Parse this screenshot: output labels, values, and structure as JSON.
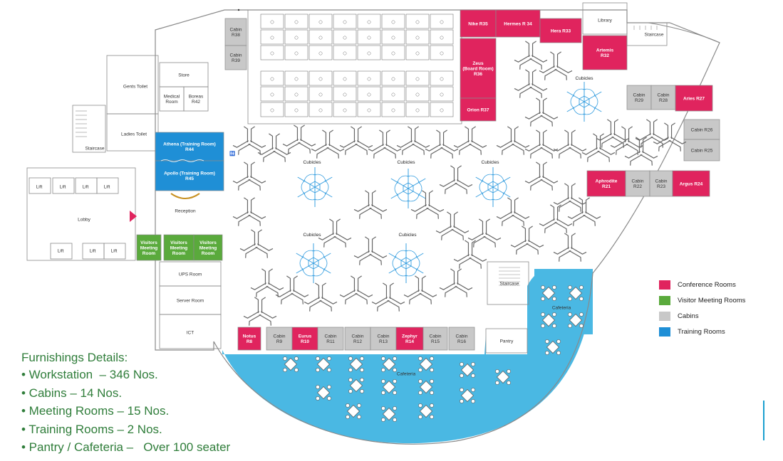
{
  "colors": {
    "conference": "#e0245e",
    "visitor": "#5aaa3c",
    "cabin": "#c8c8c8",
    "training": "#1f8fd6",
    "cafeteria": "#4ab8e3",
    "cubicle": "#3aa0e0"
  },
  "rooms": {
    "nike": "Nike R35",
    "hermes": "Hermes R 34",
    "hera": "Hera R33",
    "library": "Library",
    "artemis": [
      "Artemis",
      "R32"
    ],
    "zeus": [
      "Zeus",
      "(Board Room)",
      "R36"
    ],
    "orion": "Orion R37",
    "staircase_top": "Staircase",
    "cabin_r29": [
      "Cabin",
      "R29"
    ],
    "cabin_r28": [
      "Cabin",
      "R28"
    ],
    "aries": "Aries R27",
    "cabin_r26": "Cabin R26",
    "cabin_r25": "Cabin R25",
    "aphrodite": [
      "Aphrodite",
      "R21"
    ],
    "cabin_r22": [
      "Cabin",
      "R22"
    ],
    "cabin_r23": [
      "Cabin",
      "R23"
    ],
    "argus": "Argus R24",
    "cabin_r38": [
      "Cabin",
      "R38"
    ],
    "cabin_r39": [
      "Cabin",
      "R39"
    ],
    "store": "Store",
    "gents_toilet": "Gents Toilet",
    "medical": [
      "Medical",
      "Room"
    ],
    "boreas": [
      "Boreas",
      "R42"
    ],
    "ladies_toilet": "Ladies Toilet",
    "staircase_left": "Staircase",
    "athena": [
      "Athena (Training Room)",
      "R44"
    ],
    "apollo": [
      "Apollo (Training Room)",
      "R45"
    ],
    "lift": "Lift",
    "lobby": "Lobby",
    "reception": "Reception",
    "visitors": [
      "Visitors",
      "Meeting",
      "Room"
    ],
    "ups": "UPS Room",
    "server": "Server Room",
    "ict": "ICT",
    "notus": [
      "Notus",
      "R8"
    ],
    "cabin_r9": [
      "Cabin",
      "R9"
    ],
    "eurus": [
      "Eurus",
      "R10"
    ],
    "cabin_r11": [
      "Cabin",
      "R11"
    ],
    "cabin_r12": [
      "Cabin",
      "R12"
    ],
    "cabin_r13": [
      "Cabin",
      "R13"
    ],
    "zephyr": [
      "Zephyr",
      "R14"
    ],
    "cabin_r15": [
      "Cabin",
      "R15"
    ],
    "cabin_r16": [
      "Cabin",
      "R16"
    ],
    "pantry": "Pantry",
    "staircase_mid": "Staircase",
    "cafeteria": "Cafeteria",
    "cubicles": "Cubicles"
  },
  "legend": [
    {
      "label": "Conference Rooms",
      "color": "#e0245e"
    },
    {
      "label": "Visitor Meeting Rooms",
      "color": "#5aaa3c"
    },
    {
      "label": "Cabins",
      "color": "#c8c8c8"
    },
    {
      "label": "Training Rooms",
      "color": "#1f8fd6"
    }
  ],
  "furnishings": {
    "title": "Furnishings Details:",
    "items": [
      "• Workstation  – 346 Nos.",
      "• Cabins – 14 Nos.",
      "• Meeting Rooms – 15 Nos.",
      "• Training Rooms – 2 Nos.",
      "• Pantry / Cafeteria –   Over 100 seater"
    ]
  }
}
